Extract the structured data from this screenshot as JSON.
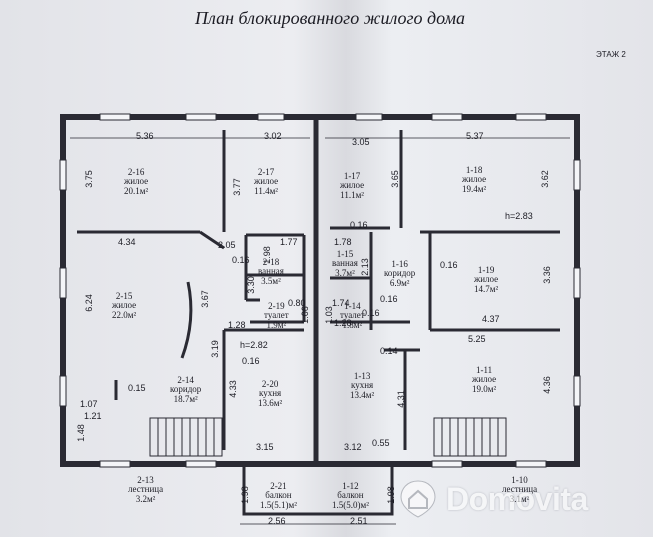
{
  "title": "План блокированного жилого дома",
  "floor": "ЭТАЖ 2",
  "rooms": [
    {
      "id": "r216",
      "code": "2-16",
      "name": "жилое",
      "area": "20.1м²"
    },
    {
      "id": "r217",
      "code": "2-17",
      "name": "жилое",
      "area": "11.4м²"
    },
    {
      "id": "r215",
      "code": "2-15",
      "name": "жилое",
      "area": "22.0м²"
    },
    {
      "id": "r218",
      "code": "2-18",
      "name": "ванная",
      "area": "3.5м²"
    },
    {
      "id": "r219",
      "code": "2-19",
      "name": "туалет",
      "area": "1.9м²"
    },
    {
      "id": "r214",
      "code": "2-14",
      "name": "коридор",
      "area": "18.7м²"
    },
    {
      "id": "r220",
      "code": "2-20",
      "name": "кухня",
      "area": "13.6м²"
    },
    {
      "id": "r213",
      "code": "2-13",
      "name": "лестница",
      "area": "3.2м²"
    },
    {
      "id": "r221",
      "code": "2-21",
      "name": "балкон",
      "area": "1.5(5.1)м²"
    },
    {
      "id": "r112",
      "code": "1-12",
      "name": "балкон",
      "area": "1.5(5.0)м²"
    },
    {
      "id": "r117",
      "code": "1-17",
      "name": "жилое",
      "area": "11.1м²"
    },
    {
      "id": "r118",
      "code": "1-18",
      "name": "жилое",
      "area": "19.4м²"
    },
    {
      "id": "r115",
      "code": "1-15",
      "name": "ванная",
      "area": "3.7м²"
    },
    {
      "id": "r116",
      "code": "1-16",
      "name": "коридор",
      "area": "6.9м²"
    },
    {
      "id": "r119",
      "code": "1-19",
      "name": "жилое",
      "area": "14.7м²"
    },
    {
      "id": "r114",
      "code": "1-14",
      "name": "туалет",
      "area": "1.8м²"
    },
    {
      "id": "r113",
      "code": "1-13",
      "name": "кухня",
      "area": "13.4м²"
    },
    {
      "id": "r111",
      "code": "1-11",
      "name": "жилое",
      "area": "19.0м²"
    },
    {
      "id": "r110",
      "code": "1-10",
      "name": "лестница",
      "area": "3.1м²"
    }
  ],
  "dims": [
    "5.36",
    "3.02",
    "3.05",
    "5.37",
    "3.75",
    "3.77",
    "3.65",
    "3.62",
    "h=2.83",
    "4.34",
    "2.05",
    "1.77",
    "1.78",
    "0.16",
    "0.16",
    "1.98",
    "0.16",
    "2.13",
    "0.16",
    "6.24",
    "3.67",
    "3.30",
    "0.80",
    "1.06",
    "1.03",
    "1.74",
    "0.16",
    "3.36",
    "4.37",
    "1.28",
    "1.28",
    "h=2.82",
    "0.16",
    "3.19",
    "5.25",
    "0.14",
    "0.15",
    "4.33",
    "4.31",
    "4.36",
    "1.07",
    "1.21",
    "1.48",
    "3.15",
    "3.12",
    "0.55",
    "1.98",
    "1.98",
    "2.56",
    "2.51"
  ],
  "watermark": "Domovita"
}
